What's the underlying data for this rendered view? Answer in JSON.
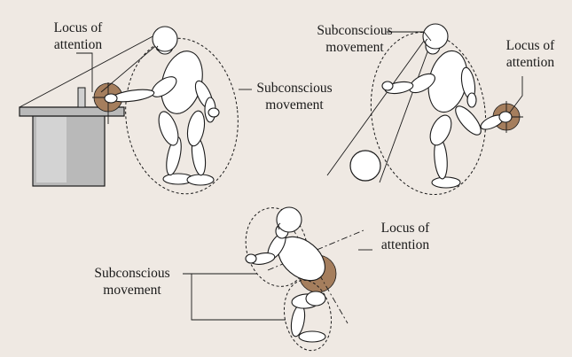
{
  "colors": {
    "background": "#efe9e3",
    "focus_disc": "#a57e5d",
    "bench_face": "#b9b9b9",
    "outline": "#1a1a1a"
  },
  "panels": {
    "bench_task": {
      "attention_label": [
        "Locus of",
        "attention"
      ],
      "movement_label": [
        "Subconscious",
        "movement"
      ]
    },
    "kicking": {
      "movement_label": [
        "Subconscious",
        "movement"
      ],
      "attention_label": [
        "Locus of",
        "attention"
      ]
    },
    "lifting": {
      "attention_label": [
        "Locus of",
        "attention"
      ],
      "movement_label": [
        "Subconscious",
        "movement"
      ]
    }
  }
}
